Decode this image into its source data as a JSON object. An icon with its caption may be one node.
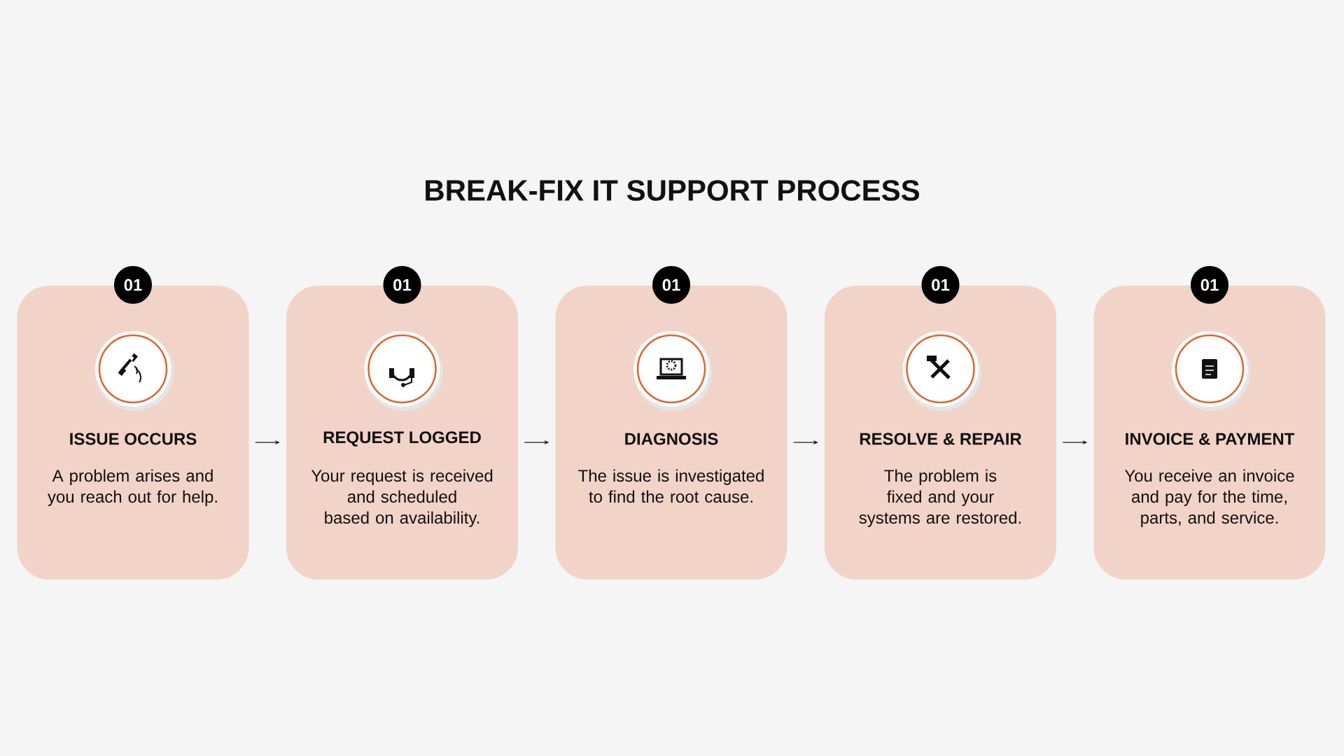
{
  "diagram": {
    "title": "BREAK-FIX IT SUPPORT PROCESS",
    "nodes": [
      {
        "text": [
          "01",
          "ISSUE OCCURS",
          "A problem arises and you reach out for help."
        ]
      },
      {
        "text": [
          "01",
          "REQUEST LOGGED",
          "Your request is received and scheduled based on availability."
        ]
      },
      {
        "text": [
          "01",
          "DIAGNOSIS",
          "The issue is investigated to find the root cause."
        ]
      },
      {
        "text": [
          "01",
          "RESOLVE & REPAIR",
          "The problem is fixed and your systems are restored."
        ]
      },
      {
        "text": [
          "01",
          "INVOICE & PAYMENT",
          "You receive an invoice and pay for the time, parts, and service."
        ]
      }
    ],
    "edges": [
      {
        "from": 0,
        "to": 1,
        "arrow": "to"
      },
      {
        "from": 1,
        "to": 2,
        "arrow": "to"
      },
      {
        "from": 2,
        "to": 3,
        "arrow": "to"
      },
      {
        "from": 3,
        "to": 4,
        "arrow": "to"
      }
    ]
  }
}
